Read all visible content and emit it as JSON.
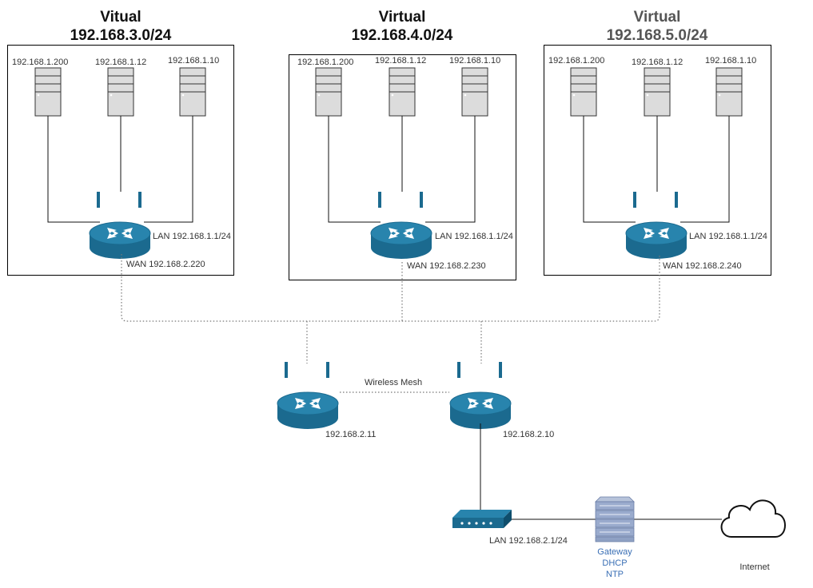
{
  "subnets": [
    {
      "title": "Vitual",
      "network": "192.168.3.0/24",
      "servers": [
        "192.168.1.200",
        "192.168.1.12",
        "192.168.1.10"
      ],
      "lan": "LAN 192.168.1.1/24",
      "wan": "WAN 192.168.2.220"
    },
    {
      "title": "Virtual",
      "network": "192.168.4.0/24",
      "servers": [
        "192.168.1.200",
        "192.168.1.12",
        "192.168.1.10"
      ],
      "lan": "LAN 192.168.1.1/24",
      "wan": "WAN 192.168.2.230"
    },
    {
      "title": "Virtual",
      "network": "192.168.5.0/24",
      "servers": [
        "192.168.1.200",
        "192.168.1.12",
        "192.168.1.10"
      ],
      "lan": "LAN 192.168.1.1/24",
      "wan": "WAN 192.168.2.240"
    }
  ],
  "mesh": {
    "label": "Wireless Mesh",
    "router_left_ip": "192.168.2.11",
    "router_right_ip": "192.168.2.10"
  },
  "gateway": {
    "switch_lan": "LAN 192.168.2.1/24",
    "services": [
      "Gateway",
      "DHCP",
      "NTP"
    ],
    "internet": "Internet"
  },
  "colors": {
    "router": "#1b6a8f",
    "router_top": "#2884ad",
    "server": "#dcdcdc",
    "antenna": "#1b6a8f",
    "gateway_server": "#8fa1c4",
    "service_text": "#3a6fb5"
  }
}
